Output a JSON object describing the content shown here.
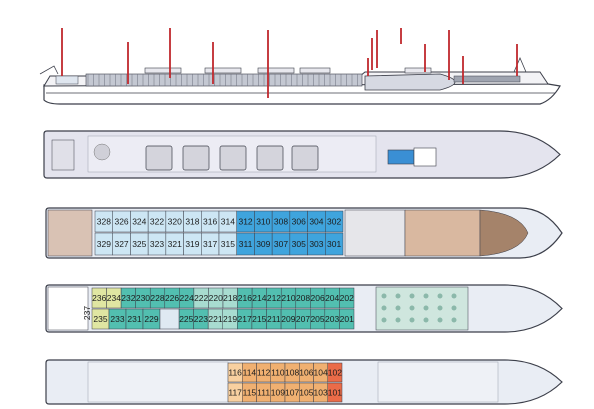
{
  "colors": {
    "hull_outline": "#3c3f4a",
    "marker_red": "#c0282d",
    "sun_deck": "#e4e4ee",
    "deck_base": "#e9edf4",
    "sapphire_cabins": "#3fa4dd",
    "ruby_cabins": "#cde6f4",
    "emerald_cabins": "#52bfb0",
    "emerald_light": "#a8dcd0",
    "emerald_yellow": "#e0e6a2",
    "lower_orange": "#f0b071",
    "lower_peach": "#f8d0a0",
    "lower_red": "#ea6b48",
    "lounge_teal": "#cfe6de",
    "restaurant_tan": "#d9b8a0",
    "bow_wood": "#a5836a",
    "wall_grey": "#3c3f4a"
  },
  "decks": {
    "sapphire": {
      "upper_row": [
        "328",
        "326",
        "324",
        "322",
        "320",
        "318",
        "316",
        "314",
        "312",
        "310",
        "308",
        "306",
        "304",
        "302"
      ],
      "lower_row": [
        "329",
        "327",
        "325",
        "323",
        "321",
        "319",
        "317",
        "315",
        "311",
        "309",
        "307",
        "305",
        "303",
        "301"
      ]
    },
    "ruby": {
      "upper_row": [
        "236",
        "234",
        "232",
        "230",
        "228",
        "226",
        "224",
        "222",
        "220",
        "218",
        "216",
        "214",
        "212",
        "210",
        "208",
        "206",
        "204",
        "202"
      ],
      "lower_row": [
        "235",
        "233",
        "231",
        "229",
        "225",
        "223",
        "221",
        "219",
        "217",
        "215",
        "211",
        "209",
        "207",
        "205",
        "203",
        "201"
      ],
      "corner_label": "237"
    },
    "lower": {
      "upper_row": [
        "116",
        "114",
        "112",
        "110",
        "108",
        "106",
        "104",
        "102"
      ],
      "lower_row": [
        "117",
        "115",
        "111",
        "109",
        "107",
        "105",
        "103",
        "101"
      ]
    }
  }
}
